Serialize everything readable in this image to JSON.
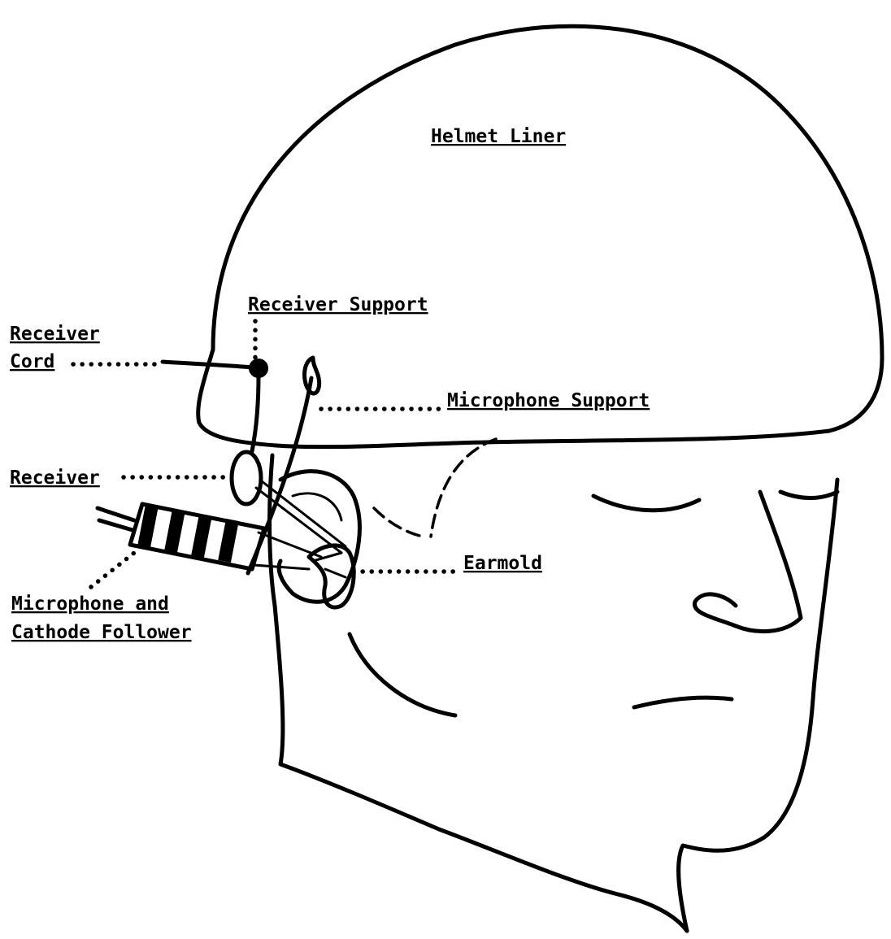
{
  "labels": {
    "helmet_liner": "Helmet Liner",
    "receiver_support": "Receiver Support",
    "receiver_cord_line1": "Receiver",
    "receiver_cord_line2": "Cord",
    "microphone_support": "Microphone Support",
    "receiver": "Receiver",
    "earmold": "Earmold",
    "microphone_line1": "Microphone and",
    "microphone_line2": "Cathode Follower"
  }
}
